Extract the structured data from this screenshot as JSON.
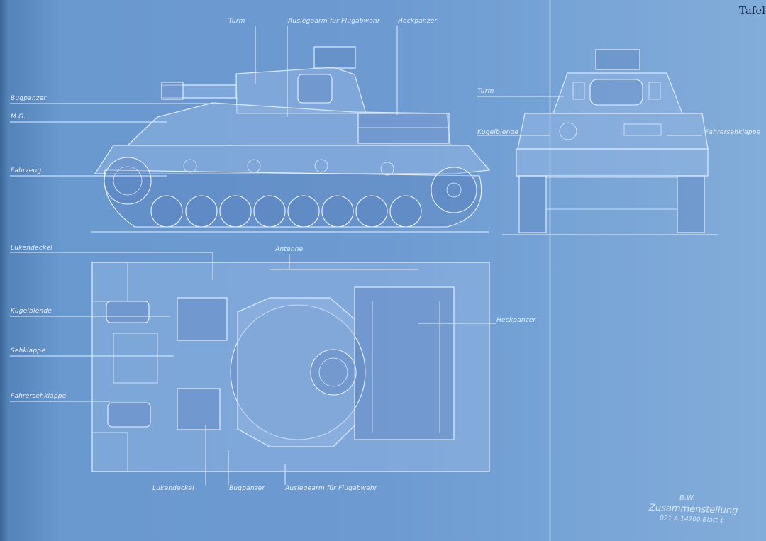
{
  "sheet": {
    "tafel": "Tafel",
    "stamp_line1": "B.W.",
    "stamp_line2": "Zusammenstellung",
    "stamp_line3": "021 A 14700 Blatt 1"
  },
  "labels": {
    "side_turm": "Turm",
    "side_auslegearm": "Auslegearm für Flugabwehr",
    "side_heckpanzer": "Heckpanzer",
    "side_bugpanzer": "Bugpanzer",
    "side_mg": "M.G.",
    "side_fahrzeug": "Fahrzeug",
    "front_turm": "Turm",
    "front_kugelblende": "Kugelblende",
    "front_fahrersehklappe": "Fahrersehklappe",
    "top_lukendeckel": "Lukendeckel",
    "top_antenne": "Antenne",
    "top_kugelblende": "Kugelblende",
    "top_sehklappe": "Sehklappe",
    "top_heckpanzer": "Heckpanzer",
    "top_fahrersehklappe": "Fahrersehklappe",
    "bottom_lukendeckel": "Lukendeckel",
    "bottom_bugpanzer": "Bugpanzer",
    "bottom_auslegearm": "Auslegearm für Flugabwehr"
  }
}
